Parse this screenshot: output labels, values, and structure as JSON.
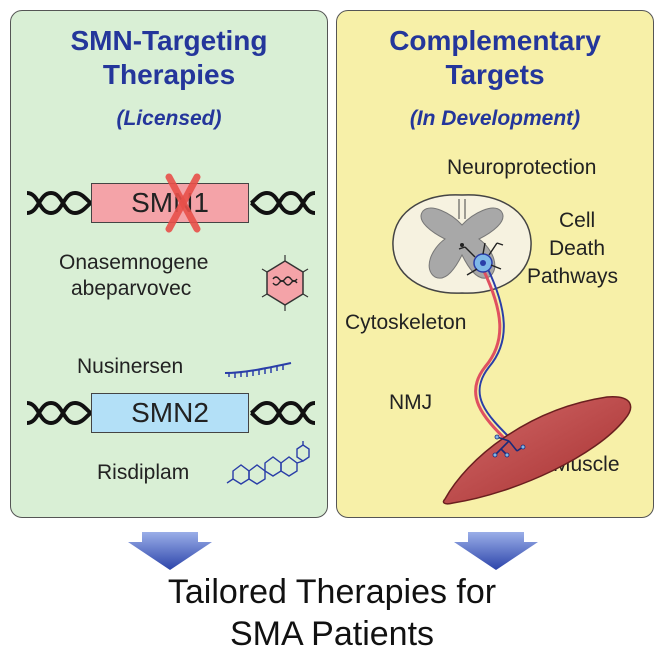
{
  "left_panel": {
    "title_line1": "SMN-Targeting",
    "title_line2": "Therapies",
    "subtitle": "(Licensed)",
    "gene1": "SMN1",
    "drug1_line1": "Onasemnogene",
    "drug1_line2": "abeparvovec",
    "drug2": "Nusinersen",
    "gene2": "SMN2",
    "drug3": "Risdiplam"
  },
  "right_panel": {
    "title_line1": "Complementary",
    "title_line2": "Targets",
    "subtitle": "(In Development)",
    "neuroprotection": "Neuroprotection",
    "cell_death_line1": "Cell",
    "cell_death_line2": "Death",
    "cell_death_line3": "Pathways",
    "cytoskeleton": "Cytoskeleton",
    "nmj": "NMJ",
    "muscle": "Muscle"
  },
  "footer": {
    "line1": "Tailored Therapies for",
    "line2": "SMA Patients"
  },
  "colors": {
    "left_panel_bg": "#d9efd5",
    "right_panel_bg": "#f7f0a8",
    "title_blue": "#24369b",
    "smn1_box": "#f4a3a8",
    "smn2_box": "#b3e0f7",
    "cross_red": "#e8504a",
    "arrow_blue": "#3d55b8",
    "muscle_red": "#b83c3c"
  }
}
